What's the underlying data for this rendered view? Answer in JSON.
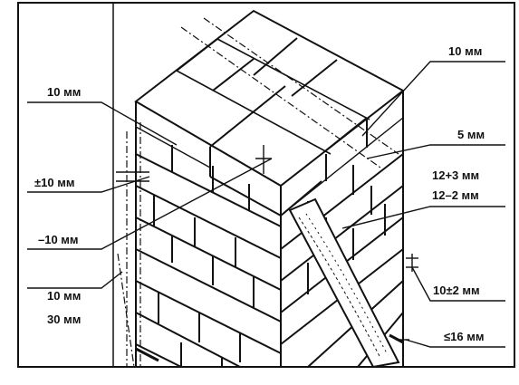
{
  "labels": {
    "left_top": "10 мм",
    "left_plus_minus": "±10 мм",
    "left_minus": "–10 мм",
    "left_bottom_a": "10 мм",
    "left_bottom_b": "30 мм",
    "right_top": "10 мм",
    "right_5": "5 мм",
    "right_plus": "12+3 мм",
    "right_minus": "12–2 мм",
    "right_pm2": "10±2 мм",
    "right_le16": "≤16 мм"
  }
}
